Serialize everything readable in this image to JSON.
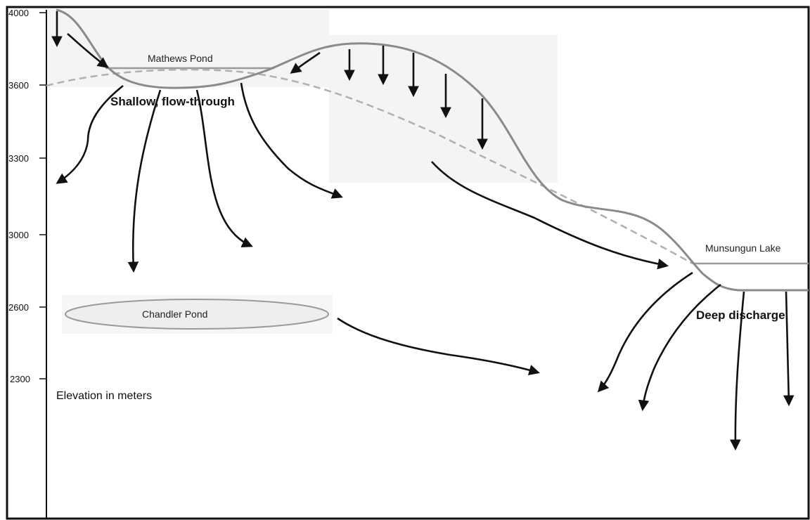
{
  "axis": {
    "ticks": [
      "4000",
      "3600",
      "3300",
      "3000",
      "2600",
      "2300"
    ],
    "unit_label": "Elevation in meters"
  },
  "water_bodies": {
    "upper_pond": "Mathews Pond",
    "lower_lake": "Munsungun Lake",
    "buried_pond": "Chandler Pond"
  },
  "annotations": {
    "upper": "Shallow, flow-through",
    "lower": "Deep discharge"
  },
  "colors": {
    "ground_surface": "#8a8a8a",
    "water_table": "#b0b0b0",
    "water_level": "#9a9a9a",
    "flow_arrow": "#111111",
    "pond_fill": "#eeeeee",
    "shaded_zone": "#f2f2f2"
  }
}
